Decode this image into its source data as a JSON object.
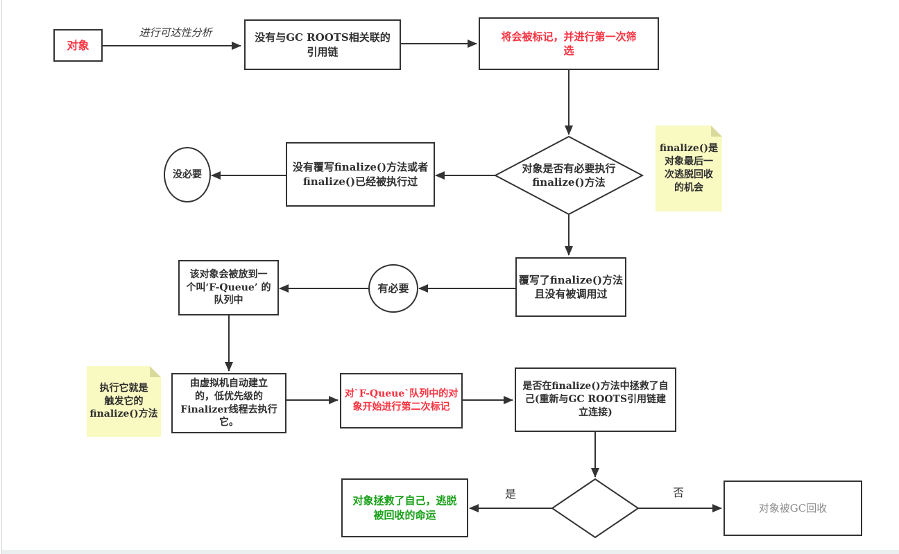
{
  "colors": {
    "line": "#333333",
    "accent_red": "#f93340",
    "accent_green": "#16a016",
    "muted_gray_text": "#8a8a8a",
    "note_background": "#f9f9c2",
    "note_fold": "#d9d99c"
  },
  "nodes": {
    "object": "对象",
    "chain": "没有与GC ROOTS相关联的\n引用链",
    "marked": "将会被标记，并进行第一次筛\n选",
    "decision_finalize_needed": "对象是否有必要执行\nfinalize()方法",
    "note_right": "finalize()是\n对象最后一\n次逃脱回收\n的机会",
    "no_need": "没必要",
    "not_overridden": "没有覆写finalize()方法或者\nfinalize()已经被执行过",
    "overridden": "覆写了finalize()方法\n且没有被调用过",
    "need": "有必要",
    "fqueue": "该对象会被放到一\n个叫‘F-Queue’ 的\n队列中",
    "note_left": "执行它就是\n触发它的\nfinalize()方法",
    "finalizer_thread": "由虚拟机自动建立\n的，低优先级的\nFinalizer线程去执行\n它。",
    "second_mark": "对`F-Queue`队列中的对\n象开始进行第二次标记",
    "saved_question": "是否在finalize()方法中拯救了自\n己(重新与GC ROOTS引用链建\n立连接)",
    "saved": "对象拯救了自己，逃脱\n被回收的命运",
    "collected": "对象被GC回收"
  },
  "edge_labels": {
    "reachability": "进行可达性分析",
    "yes": "是",
    "no": "否"
  }
}
